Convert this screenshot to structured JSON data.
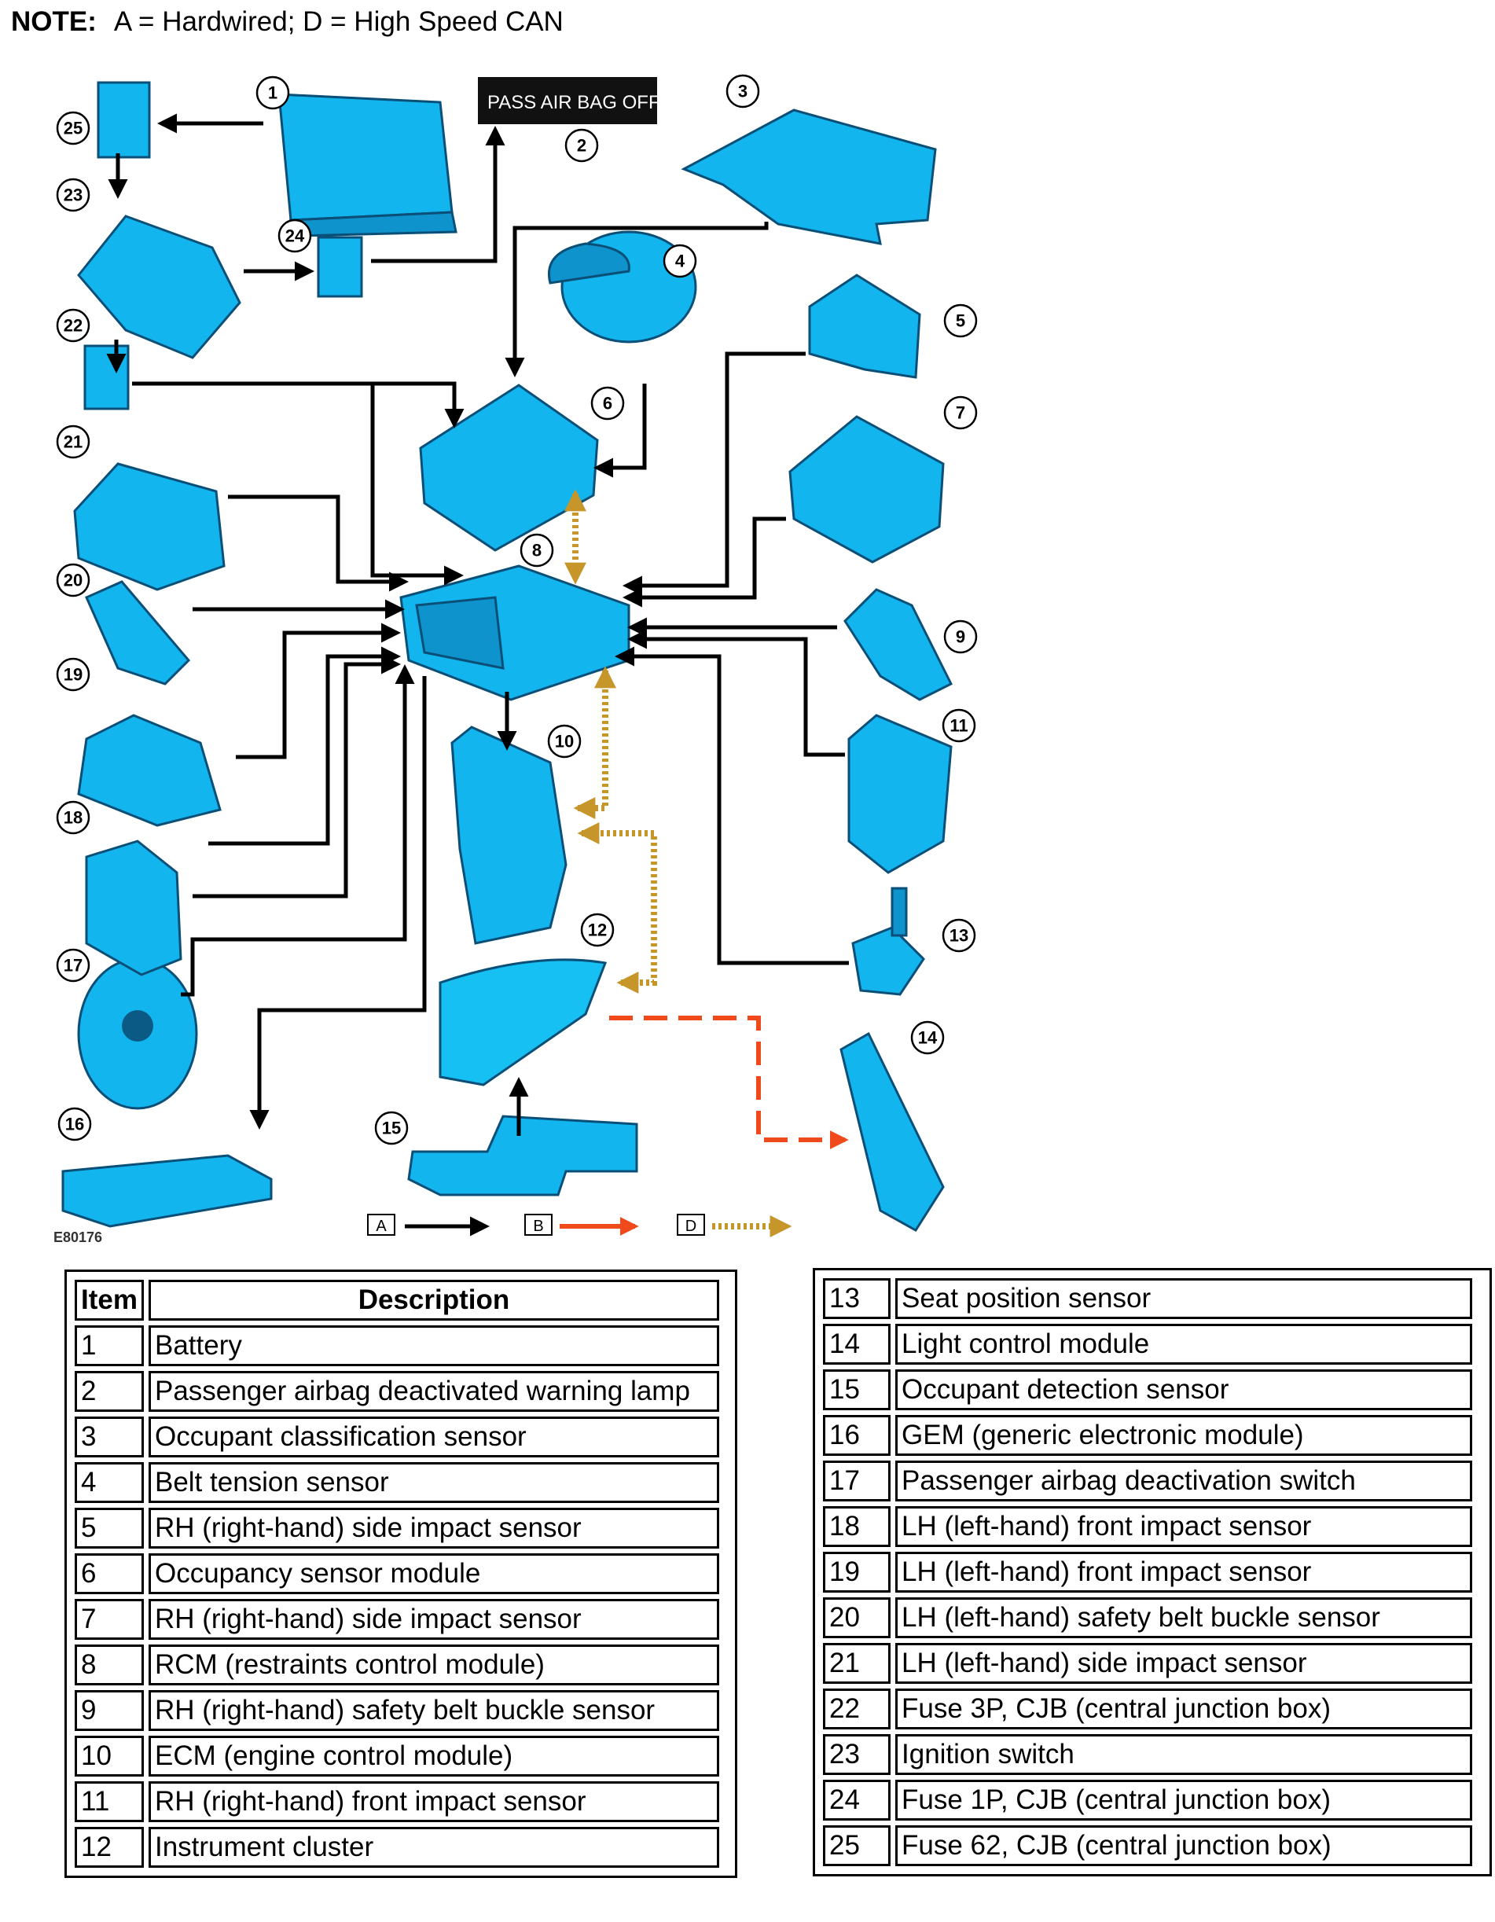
{
  "note": {
    "label": "NOTE:",
    "text": "A = Hardwired; D = High Speed CAN"
  },
  "figure_code": "E80176",
  "warning_lamp_text": "PASS AIR BAG OFF",
  "legend": {
    "a": "A",
    "b": "B",
    "d": "D"
  },
  "callouts": [
    "1",
    "2",
    "3",
    "4",
    "5",
    "6",
    "7",
    "8",
    "9",
    "10",
    "11",
    "12",
    "13",
    "14",
    "15",
    "16",
    "17",
    "18",
    "19",
    "20",
    "21",
    "22",
    "23",
    "24",
    "25"
  ],
  "table": {
    "header": {
      "item": "Item",
      "description": "Description"
    },
    "rows": [
      {
        "item": "1",
        "description": "Battery"
      },
      {
        "item": "2",
        "description": "Passenger airbag deactivated warning lamp"
      },
      {
        "item": "3",
        "description": "Occupant classification sensor"
      },
      {
        "item": "4",
        "description": "Belt tension sensor"
      },
      {
        "item": "5",
        "description": "RH (right-hand) side impact sensor"
      },
      {
        "item": "6",
        "description": "Occupancy sensor module"
      },
      {
        "item": "7",
        "description": "RH (right-hand) side impact sensor"
      },
      {
        "item": "8",
        "description": "RCM (restraints control module)"
      },
      {
        "item": "9",
        "description": "RH (right-hand) safety belt buckle sensor"
      },
      {
        "item": "10",
        "description": "ECM (engine control module)"
      },
      {
        "item": "11",
        "description": "RH (right-hand) front impact sensor"
      },
      {
        "item": "12",
        "description": "Instrument cluster"
      },
      {
        "item": "13",
        "description": "Seat position sensor"
      },
      {
        "item": "14",
        "description": "Light control module"
      },
      {
        "item": "15",
        "description": "Occupant detection sensor"
      },
      {
        "item": "16",
        "description": "GEM (generic electronic module)"
      },
      {
        "item": "17",
        "description": "Passenger airbag deactivation switch"
      },
      {
        "item": "18",
        "description": "LH (left-hand) front impact sensor"
      },
      {
        "item": "19",
        "description": "LH (left-hand) front impact sensor"
      },
      {
        "item": "20",
        "description": "LH (left-hand) safety belt buckle sensor"
      },
      {
        "item": "21",
        "description": "LH (left-hand) side impact sensor"
      },
      {
        "item": "22",
        "description": "Fuse 3P, CJB (central junction box)"
      },
      {
        "item": "23",
        "description": "Ignition switch"
      },
      {
        "item": "24",
        "description": "Fuse 1P, CJB (central junction box)"
      },
      {
        "item": "25",
        "description": "Fuse 62, CJB (central junction box)"
      }
    ]
  },
  "colors": {
    "component": "#12b5ee",
    "hardwired": "#000000",
    "bus_b": "#f04a1c",
    "can_d": "#c7962b"
  }
}
